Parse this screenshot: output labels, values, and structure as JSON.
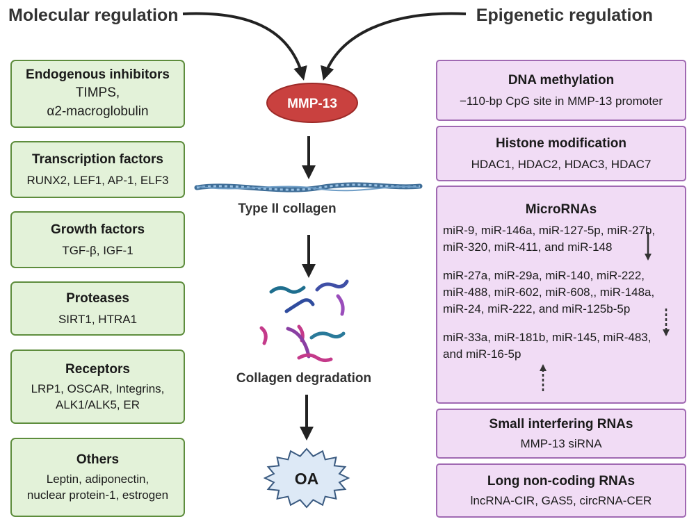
{
  "headers": {
    "left": "Molecular regulation",
    "right": "Epigenetic regulation"
  },
  "center": {
    "mmp13": "MMP-13",
    "collagen": "Type II collagen",
    "degradation": "Collagen degradation",
    "oa": "OA"
  },
  "molecular": [
    {
      "title": "Endogenous inhibitors",
      "line1": "TIMPS,",
      "line2": "α2-macroglobulin"
    },
    {
      "title": "Transcription factors",
      "content": "RUNX2, LEF1, AP-1, ELF3"
    },
    {
      "title": "Growth factors",
      "content": "TGF-β, IGF-1"
    },
    {
      "title": "Proteases",
      "content": "SIRT1, HTRA1"
    },
    {
      "title": "Receptors",
      "line1": "LRP1, OSCAR, Integrins,",
      "line2": "ALK1/ALK5, ER"
    },
    {
      "title": "Others",
      "line1": "Leptin, adiponectin,",
      "line2": "nuclear protein-1, estrogen"
    }
  ],
  "epigenetic": {
    "dna": {
      "title": "DNA methylation",
      "content": "−110-bp CpG site in MMP-13 promoter"
    },
    "histone": {
      "title": "Histone modification",
      "content": "HDAC1, HDAC2, HDAC3, HDAC7"
    },
    "mirna": {
      "title": "MicroRNAs",
      "group1": [
        "miR-9, miR-146a, miR-127-5p, miR-27b,",
        "miR-320, miR-411, and miR-148"
      ],
      "group2": [
        "miR-27a, miR-29a, miR-140, miR-222,",
        "miR-488, miR-602, miR-608,, miR-148a,",
        "miR-24, miR-222, and miR-125b-5p"
      ],
      "group3": [
        "miR-33a, miR-181b, miR-145, miR-483,",
        "and miR-16-5p"
      ]
    },
    "sirna": {
      "title": "Small interfering RNAs",
      "content": "MMP-13 siRNA"
    },
    "lncrna": {
      "title": "Long non-coding RNAs",
      "content": "lncRNA-CIR, GAS5, circRNA-CER"
    }
  },
  "colors": {
    "green_fill": "#e3f2d9",
    "green_border": "#5e8d3d",
    "purple_fill": "#f1dcf5",
    "purple_border": "#a069b2",
    "mmp13_fill": "#c9413f",
    "oa_fill": "#dde9f6"
  }
}
